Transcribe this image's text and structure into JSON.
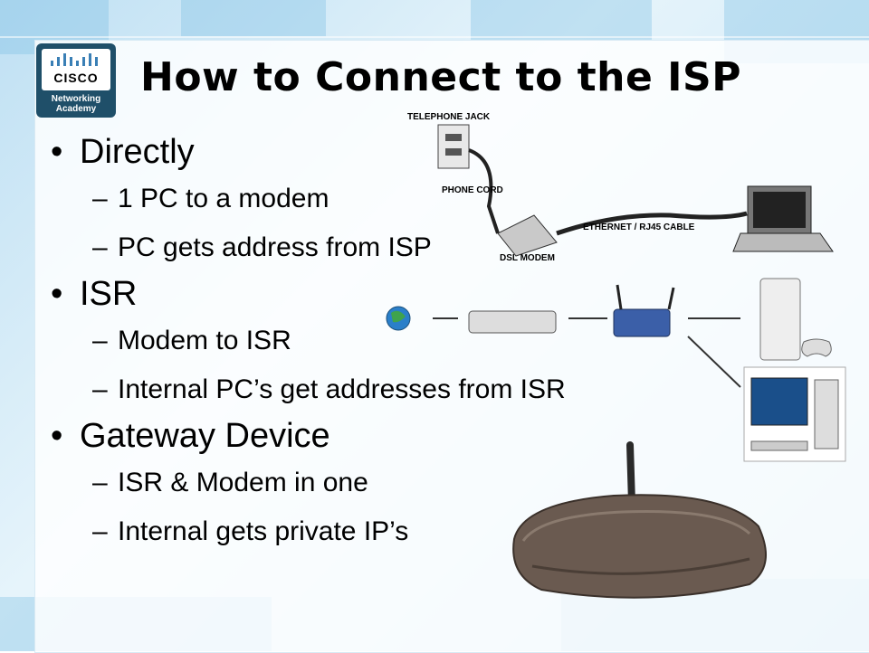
{
  "slide": {
    "title": "How to Connect to the ISP",
    "logo": {
      "brand": "CISCO",
      "line1": "Networking",
      "line2": "Academy"
    },
    "bullets": [
      {
        "text": "Directly",
        "subs": [
          "1 PC to a modem",
          "PC gets address from ISP"
        ]
      },
      {
        "text": "ISR",
        "subs": [
          "Modem to ISR",
          "Internal PC’s get addresses from ISR"
        ]
      },
      {
        "text": "Gateway Device",
        "subs": [
          "ISR & Modem in one",
          "Internal gets private IP’s"
        ]
      }
    ],
    "diagram": {
      "telephone_jack": "TELEPHONE JACK",
      "phone_cord": "PHONE CORD",
      "dsl_modem": "DSL MODEM",
      "ethernet_cable": "ETHERNET / RJ45 CABLE"
    }
  }
}
